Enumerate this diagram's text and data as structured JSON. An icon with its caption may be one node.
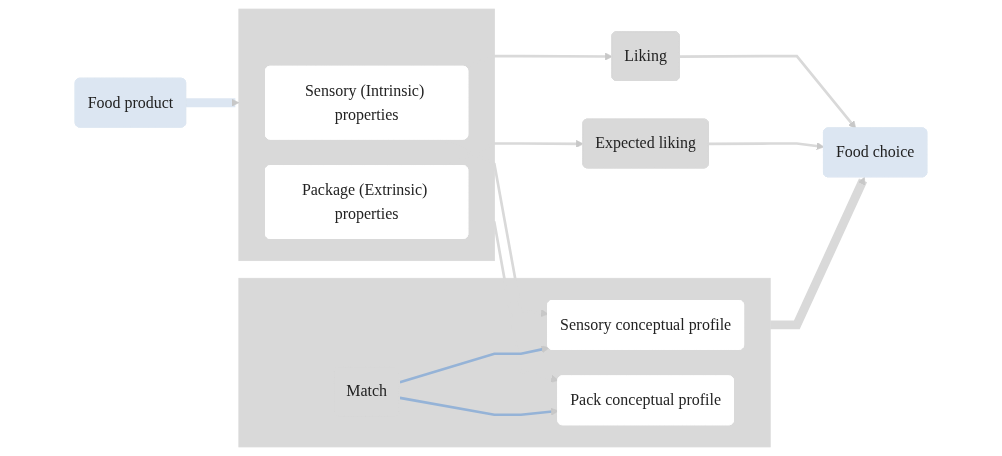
{
  "diagram": {
    "nodes": [
      {
        "text": [
          "Food product"
        ]
      },
      {
        "text": [],
        "shape": "box"
      },
      {
        "text": [
          "Sensory (Intrinsic) properties"
        ],
        "in": 1
      },
      {
        "text": [
          "Package (Extrinsic) properties"
        ],
        "in": 1
      },
      {
        "text": [],
        "shape": "box"
      },
      {
        "text": [
          "Sensory conceptual profile"
        ],
        "in": 4
      },
      {
        "text": [
          "Match"
        ],
        "in": 4
      },
      {
        "text": [
          "Pack conceptual profile"
        ],
        "in": 4
      },
      {
        "text": [
          "Liking"
        ]
      },
      {
        "text": [
          "Expected liking"
        ]
      },
      {
        "text": [
          "Food choice"
        ]
      }
    ],
    "edges": [
      {
        "from": 0,
        "to": 1,
        "arrow": "to",
        "style": "thick",
        "color": "#dce6f2"
      },
      {
        "from": 2,
        "to": 5,
        "arrow": "to"
      },
      {
        "from": 2,
        "to": 8,
        "arrow": "to"
      },
      {
        "from": 3,
        "to": 7,
        "arrow": "to"
      },
      {
        "from": 3,
        "to": 9,
        "arrow": "to"
      },
      {
        "from": 6,
        "to": 5,
        "arrow": "to",
        "color": "#95b3d7"
      },
      {
        "from": 6,
        "to": 7,
        "arrow": "to",
        "color": "#95b3d7"
      },
      {
        "from": 4,
        "to": 10,
        "arrow": "to",
        "style": "thick"
      },
      {
        "from": 8,
        "to": 10,
        "arrow": "to"
      },
      {
        "from": 9,
        "to": 10,
        "arrow": "to"
      }
    ]
  }
}
